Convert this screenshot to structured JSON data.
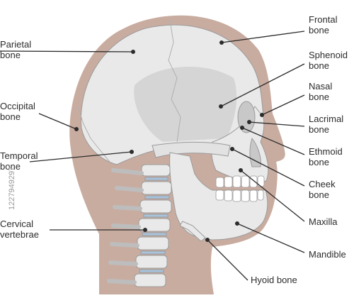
{
  "labels": {
    "frontal": "Frontal\nbone",
    "sphenoid": "Sphenoid\nbone",
    "nasal": "Nasal\nbone",
    "lacrimal": "Lacrimal\nbone",
    "ethmoid": "Ethmoid\nbone",
    "cheek": "Cheek\nbone",
    "maxilla": "Maxilla",
    "mandible": "Mandible",
    "hyoid": "Hyoid bone",
    "parietal": "Parietal\nbone",
    "occipital": "Occipital\nbone",
    "temporal": "Temporal\nbone",
    "cervical": "Cervical\nvertebrae"
  },
  "watermark": "1227949297",
  "colors": {
    "skin": "#c9aca0",
    "bone": "#e9e9e9",
    "bone_shade": "#d5d5d5",
    "outline": "#9a9a9a",
    "leader": "#2c2c2c",
    "disc": "#a8c4de"
  }
}
